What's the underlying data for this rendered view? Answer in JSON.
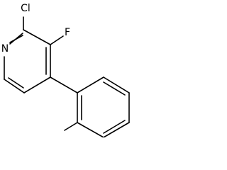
{
  "molecule": {
    "atoms": [
      {
        "id": "n1",
        "label": "N"
      },
      {
        "id": "cl",
        "label": "Cl"
      },
      {
        "id": "f",
        "label": "F"
      }
    ]
  }
}
